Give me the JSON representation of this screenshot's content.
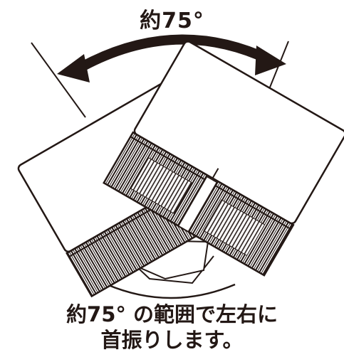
{
  "angle_label": "約75°",
  "caption": {
    "line1": "約75° の範囲で左右に",
    "line2": "首振りします。"
  },
  "colors": {
    "ink": "#231815",
    "background": "#ffffff"
  },
  "icons": {
    "arrow": "double-headed-curved-arrow-icon",
    "fan": "fan-head-icon"
  }
}
